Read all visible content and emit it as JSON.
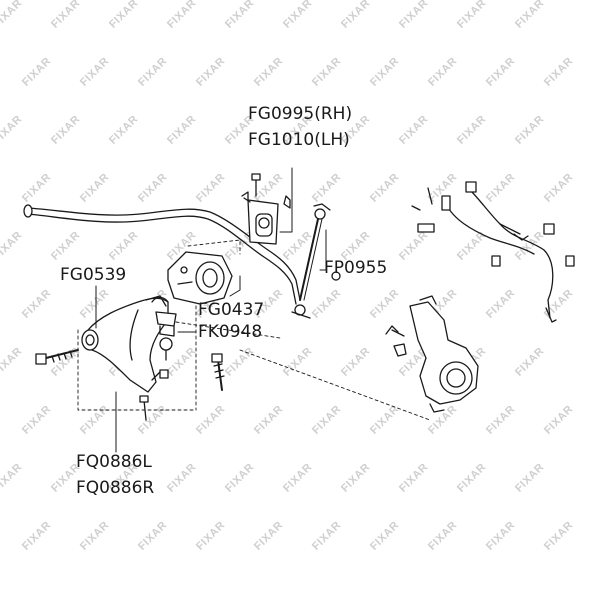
{
  "watermark": {
    "text": "FIXAR"
  },
  "labels": {
    "fg0995": "FG0995(RH)",
    "fg1010": "FG1010(LH)",
    "fp0955": "FP0955",
    "fg0539": "FG0539",
    "fg0437": "FG0437",
    "fk0948": "FK0948",
    "fq0886l": "FQ0886L",
    "fq0886r": "FQ0886R"
  },
  "colors": {
    "line": "#1a1a1a",
    "watermark": "#cfcfcf",
    "background": "#ffffff"
  }
}
